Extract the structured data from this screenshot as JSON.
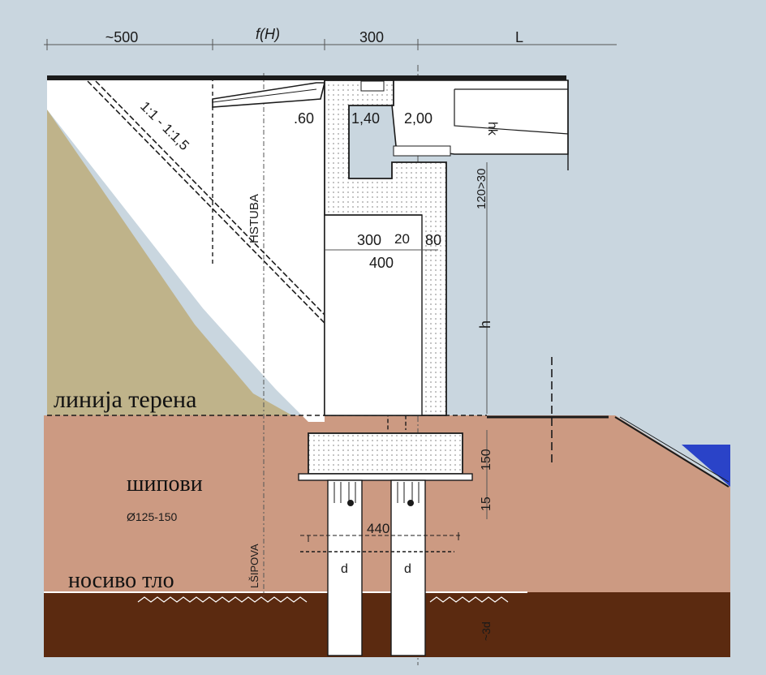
{
  "top_dims": {
    "d1": "~500",
    "d2": "f(H)",
    "d3": "300",
    "d4": "L"
  },
  "slope": "1:1 - 1:1,5",
  "column_height": "HSTUBA",
  "bearing_dims": {
    "a": ".60",
    "b": "1,40",
    "c": "2,00",
    "hk": "hk"
  },
  "gap_dim": "120>30",
  "wall_dims": {
    "w1": "300",
    "w2": "20",
    "w3": "80",
    "total": "400"
  },
  "h_label": "h",
  "cap_height": "150",
  "cap_lower": "15",
  "pile_spacing": "440",
  "pile_diameter_range": "Ø125-150",
  "pile_d_left": "d",
  "pile_d_right": "d",
  "pile_length": "LŠIPOVA",
  "embed_depth": "~3d",
  "labels": {
    "terrain_line": "линија терена",
    "piles": "шипови",
    "bearing_soil": "носиво тло"
  },
  "colors": {
    "background": "#c9d6df",
    "embankment": "#bfb38a",
    "soil": "#cc9a82",
    "bearing_soil": "#5b2a10",
    "water": "#2a43c8",
    "concrete": "#ffffff",
    "line": "#1b1b1b"
  }
}
